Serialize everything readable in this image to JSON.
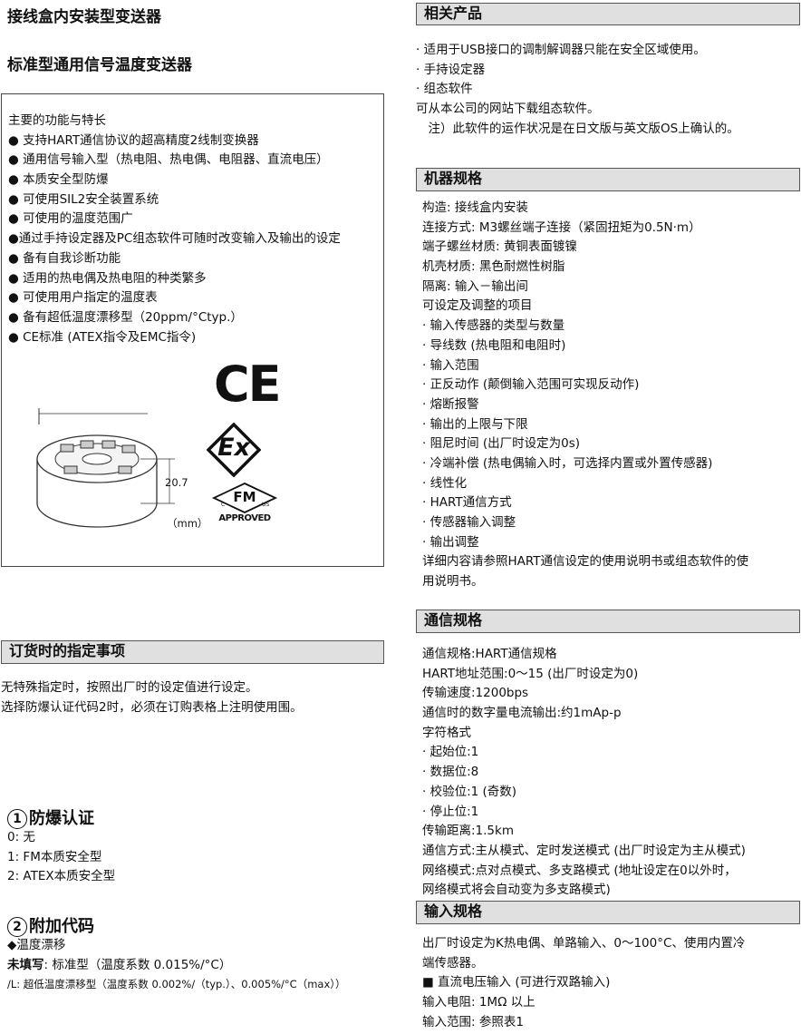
{
  "left": {
    "title1": "接线盒内安装型变送器",
    "title2": "标准型通用信号温度变送器",
    "features": {
      "heading": "主要的功能与特长",
      "items": [
        "● 支持HART通信协议的超高精度2线制变换器",
        "● 通用信号输入型（热电阻、热电偶、电阻器、直流电压）",
        "● 本质安全型防爆",
        "● 可使用SIL2安全装置系统",
        "● 可使用的温度范围广",
        "●通过手持设定器及PC组态软件可随时改变输入及输出的设定",
        "● 备有自我诊断功能",
        "● 适用的热电偶及热电阻的种类繁多",
        "● 可使用用户指定的温度表",
        "● 备有超低温度漂移型（20ppm/°Ctyp.）",
        "● CE标准 (ATEX指令及EMC指令)"
      ],
      "dim_value": "20.7",
      "dim_unit": "（mm）",
      "ce_mark": "CE",
      "ex_mark": "Ex",
      "fm_mark": "FM",
      "fm_c": "C",
      "fm_us": "US",
      "fm_approved": "APPROVED"
    },
    "order": {
      "heading": "订货时的指定事项",
      "lines": [
        "无特殊指定时，按照出厂时的设定值进行设定。",
        "选择防爆认证代码2时，必须在订购表格上注明使用围。"
      ]
    },
    "ex_cert": {
      "num": "1",
      "heading": "防爆认证",
      "lines": [
        "0: 无",
        "1: FM本质安全型",
        "2: ATEX本质安全型"
      ]
    },
    "addon": {
      "num": "2",
      "heading": "附加代码",
      "sub": "◆温度漂移",
      "line1_bold": "未填写",
      "line1_rest": ": 标准型（温度系数 0.015%/°C）",
      "line2": "/L: 超低温度漂移型（温度系数 0.002%/（typ.）、0.005%/°C（max））"
    }
  },
  "right": {
    "related": {
      "heading": "相关产品",
      "lines": [
        "· 适用于USB接口的调制解调器只能在安全区域使用。",
        "· 手持设定器",
        "· 组态软件",
        "可从本公司的网站下载组态软件。",
        "　注）此软件的运作状况是在日文版与英文版OS上确认的。"
      ]
    },
    "machine": {
      "heading": "机器规格",
      "lines": [
        "构造: 接线盒内安装",
        "连接方式: M3螺丝端子连接（紧固扭矩为0.5N·m）",
        "端子螺丝材质: 黄铜表面镀镍",
        "机壳材质: 黑色耐燃性树脂",
        "隔离: 输入－输出间",
        "可设定及调整的项目",
        "· 输入传感器的类型与数量",
        "· 导线数 (热电阻和电阻时)",
        "· 输入范围",
        "· 正反动作 (颠倒输入范围可实现反动作)",
        "· 熔断报警",
        "· 输出的上限与下限",
        "· 阻尼时间 (出厂时设定为0s)",
        "· 冷端补偿 (热电偶输入时，可选择内置或外置传感器)",
        "· 线性化",
        "· HART通信方式",
        "· 传感器输入调整",
        "· 输出调整",
        "详细内容请参照HART通信设定的使用说明书或组态软件的使",
        "用说明书。"
      ]
    },
    "comm": {
      "heading": "通信规格",
      "lines": [
        "通信规格:HART通信规格",
        "HART地址范围:0～15 (出厂时设定为0)",
        "传输速度:1200bps",
        "通信时的数字量电流输出:约1mAp-p",
        "字符格式",
        "· 起始位:1",
        "· 数据位:8",
        "· 校验位:1 (奇数)",
        "· 停止位:1",
        "传输距离:1.5km",
        "通信方式:主从模式、定时发送模式 (出厂时设定为主从模式)",
        "网络模式:点对点模式、多支路模式 (地址设定在0以外时，",
        "网络模式将会自动变为多支路模式)"
      ]
    },
    "input": {
      "heading": "输入规格",
      "lines": [
        "出厂时设定为K热电偶、单路输入、0～100°C、使用内置冷",
        "端传感器。",
        "■ 直流电压输入 (可进行双路输入)",
        "输入电阻: 1MΩ 以上",
        "输入范围: 参照表1"
      ]
    }
  }
}
